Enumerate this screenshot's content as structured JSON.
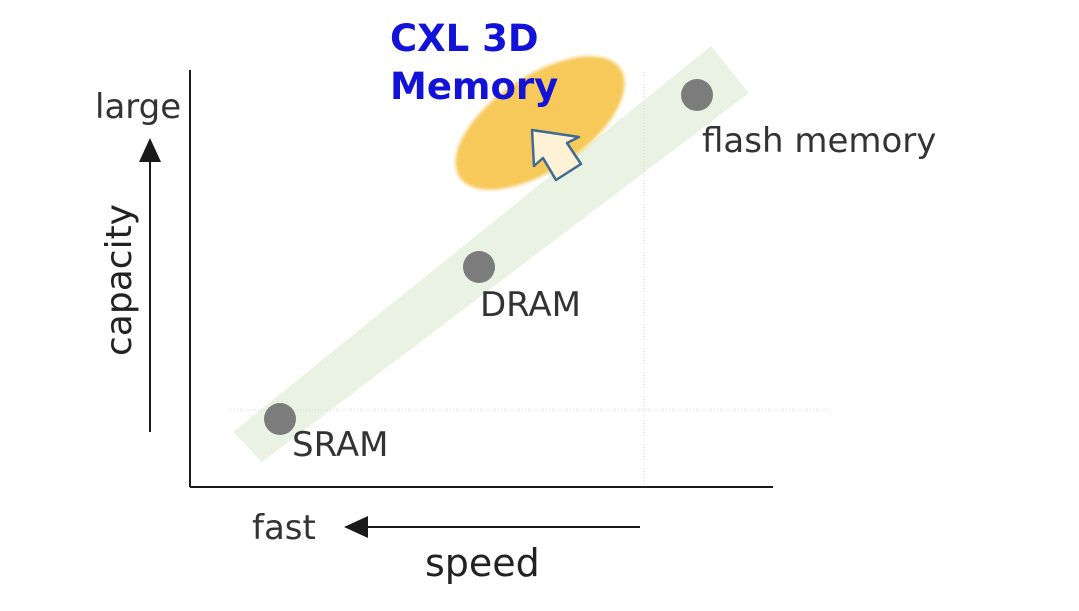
{
  "axes": {
    "y_end_label": "large",
    "y_title": "capacity",
    "x_end_label": "fast",
    "x_title": "speed"
  },
  "points": [
    {
      "label": "SRAM"
    },
    {
      "label": "DRAM"
    },
    {
      "label": "flash memory"
    }
  ],
  "highlight": {
    "title_line1": "CXL 3D",
    "title_line2": "Memory"
  },
  "colors": {
    "band": "#eaf3e3",
    "point": "#7c7c7c",
    "ellipse": "#f7c95a",
    "arrow_fill": "#fdf1d6",
    "arrow_stroke": "#3f6b93",
    "highlight_text": "#1212d8",
    "axis": "#1a1a1a",
    "guide": "#d9d9d9"
  },
  "icons": [
    "up-arrow-icon",
    "left-arrow-icon",
    "hollow-arrow-icon"
  ]
}
